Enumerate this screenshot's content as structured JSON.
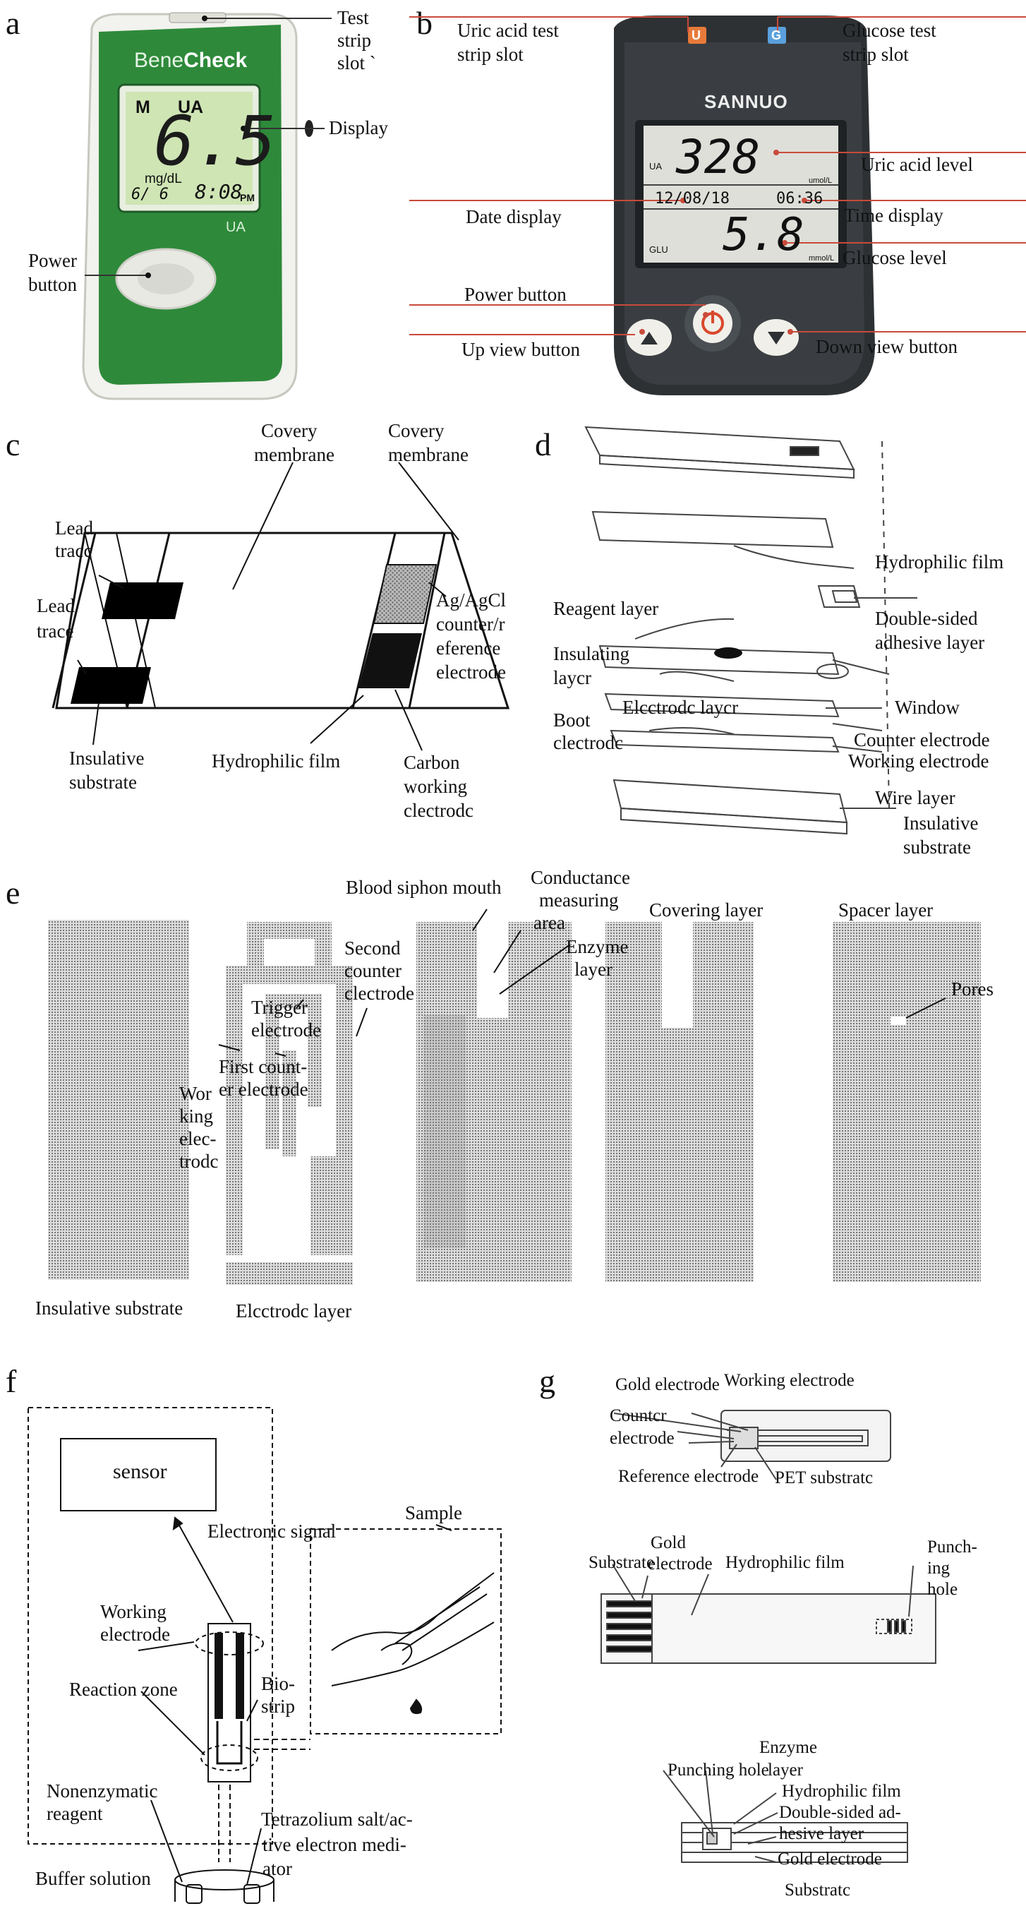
{
  "panels": {
    "a": {
      "letter": "a",
      "brand_left": "Bene",
      "brand_right": "Check",
      "lcd_mode": "M",
      "lcd_type": "UA",
      "lcd_value": "6.5",
      "lcd_unit": "mg/dL",
      "lcd_date": "6/ 6",
      "lcd_time": "8:08",
      "lcd_pm": "PM",
      "device_tag": "UA",
      "labels": {
        "slot_1": "Test",
        "slot_2": "strip",
        "slot_3": "slot `",
        "display": "Display",
        "power_1": "Power",
        "power_2": "button"
      }
    },
    "b": {
      "letter": "b",
      "brand": "SANNUO",
      "slot_u": "U",
      "slot_g": "G",
      "ua_tag": "UA",
      "ua_value": "328",
      "ua_unit": "umol/L",
      "date": "12/08/18",
      "time": "06:36",
      "glu_tag": "GLU",
      "glu_value": "5.8",
      "glu_unit": "mmol/L",
      "labels": {
        "uric_slot_1": "Uric acid  test",
        "uric_slot_2": "strip slot",
        "glucose_slot_1": "Glucose  test",
        "glucose_slot_2": "strip slot",
        "uric_level": "Uric acid level",
        "date_display": "Date display",
        "time_display": "Time display",
        "glucose_level": "Glucose level",
        "power": "Power button",
        "up": "Up view button",
        "down": "Down view button"
      }
    },
    "c": {
      "letter": "c",
      "labels": {
        "covery1_1": "Covery",
        "covery1_2": "membrane",
        "covery2_1": "Covery",
        "covery2_2": "membrane",
        "lead1_1": "Lead",
        "lead1_2": "tracc",
        "lead2_1": "Lead",
        "lead2_2": "trace",
        "agcl_1": "Ag/AgCl",
        "agcl_2": "counter/r",
        "agcl_3": "eference",
        "agcl_4": "electrode",
        "insul_1": "Insulative",
        "insul_2": "substrate",
        "hydro": "Hydrophilic film",
        "carbon_1": "Carbon",
        "carbon_2": "working",
        "carbon_3": "clectrodc"
      }
    },
    "d": {
      "letter": "d",
      "labels": {
        "hydro": "Hydrophilic film",
        "reagent": "Reagent layer",
        "dsa_1": "Double-sided",
        "dsa_2": "adhesive layer",
        "insulating_1": "Insulating",
        "insulating_2": "laycr",
        "electrode": "Elcctrodc laycr",
        "window": "Window",
        "boot_1": "Boot",
        "boot_2": "clectrodc",
        "counter": "Counter electrode",
        "working": "Working electrode",
        "wire": "Wire layer",
        "insulative_1": "Insulative",
        "insulative_2": "substrate"
      }
    },
    "e": {
      "letter": "e",
      "labels": {
        "siphon": "Blood siphon mouth",
        "cond_1": "Conductance",
        "cond_2": "measuring",
        "cond_3": "area",
        "covering": "Covering layer",
        "spacer": "Spacer layer",
        "second_1": "Second",
        "second_2": "counter",
        "second_3": "clectrode",
        "enzyme_1": "Enzyme",
        "enzyme_2": "layer",
        "pores": "Pores",
        "trigger_1": "Trigger",
        "trigger_2": "electrode",
        "first_1": "First count-",
        "first_2": "er electrode",
        "work_1": "Wor",
        "work_2": "king",
        "work_3": "elec-",
        "work_4": "trodc",
        "insulative": "Insulative substrate",
        "electrode": "Elcctrodc layer"
      }
    },
    "f": {
      "letter": "f",
      "labels": {
        "sensor": "sensor",
        "signal": "Electronic signal",
        "sample": "Sample",
        "working_1": "Working",
        "working_2": "electrode",
        "reaction": "Reaction zone",
        "bio_1": "Bio-",
        "bio_2": "strip",
        "nonenz_1": "Nonenzymatic",
        "nonenz_2": "reagent",
        "buffer": "Buffer solution",
        "tetra_1": "Tetrazolium salt/ac-",
        "tetra_2": "tive electron medi-",
        "tetra_3": "ator"
      }
    },
    "g": {
      "letter": "g",
      "labels": {
        "gold": "Gold electrode",
        "working": "Working electrode",
        "counter_1": "Countcr",
        "counter_2": "electrode",
        "reference": "Reference electrode",
        "pet": "PET substratc",
        "gold2_1": "Gold",
        "gold2_2": "electrode",
        "substrate": "Substrate",
        "hydro": "Hydrophilic film",
        "punch_1": "Punch-",
        "punch_2": "ing",
        "punch_3": "hole",
        "enzyme_1": "Enzyme",
        "enzyme_2": "layer",
        "punch3": "Punching hole",
        "hydro3": "Hydrophilic film",
        "dsa_1": "Double-sided ad-",
        "dsa_2": "hesive layer",
        "gold3": "Gold electrode",
        "substrate3": "Substratc"
      }
    }
  },
  "colors": {
    "meter_green": "#2e8a3a",
    "meter_body": "#f2f2ee",
    "lcd_green": "#cfe5b4",
    "meter_dark": "#2e3134",
    "lcd_gray": "#dedfd9",
    "accent_red": "#c94a3a",
    "stipple": "#8a8a8a"
  }
}
